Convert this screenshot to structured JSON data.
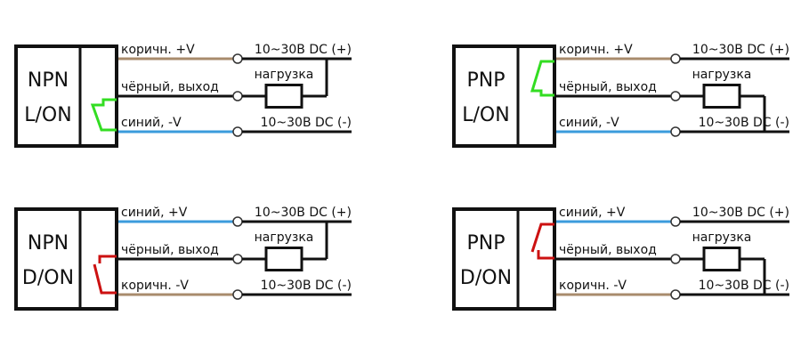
{
  "colors": {
    "brown": "#a88b6c",
    "blue": "#3b9bdc",
    "black": "#111111",
    "green": "#33dd22",
    "red": "#cc1111"
  },
  "common": {
    "supply_plus": "10~30В DC (+)",
    "supply_minus": "10~30В DC (-)",
    "load": "нагрузка"
  },
  "panels": [
    {
      "type": "NPN",
      "mode": "L/ON",
      "wires": [
        "коричн. +V",
        "чёрный, выход",
        "синий, -V"
      ],
      "wire_colors": [
        "brown",
        "black",
        "blue"
      ],
      "switch_color": "green",
      "load_to": "plus"
    },
    {
      "type": "PNP",
      "mode": "L/ON",
      "wires": [
        "коричн. +V",
        "чёрный, выход",
        "синий, -V"
      ],
      "wire_colors": [
        "brown",
        "black",
        "blue"
      ],
      "switch_color": "green",
      "load_to": "minus"
    },
    {
      "type": "NPN",
      "mode": "D/ON",
      "wires": [
        "синий, +V",
        "чёрный, выход",
        "коричн. -V"
      ],
      "wire_colors": [
        "blue",
        "black",
        "brown"
      ],
      "switch_color": "red",
      "load_to": "plus"
    },
    {
      "type": "PNP",
      "mode": "D/ON",
      "wires": [
        "синий, +V",
        "чёрный, выход",
        "коричн. -V"
      ],
      "wire_colors": [
        "blue",
        "black",
        "brown"
      ],
      "switch_color": "red",
      "load_to": "minus"
    }
  ]
}
